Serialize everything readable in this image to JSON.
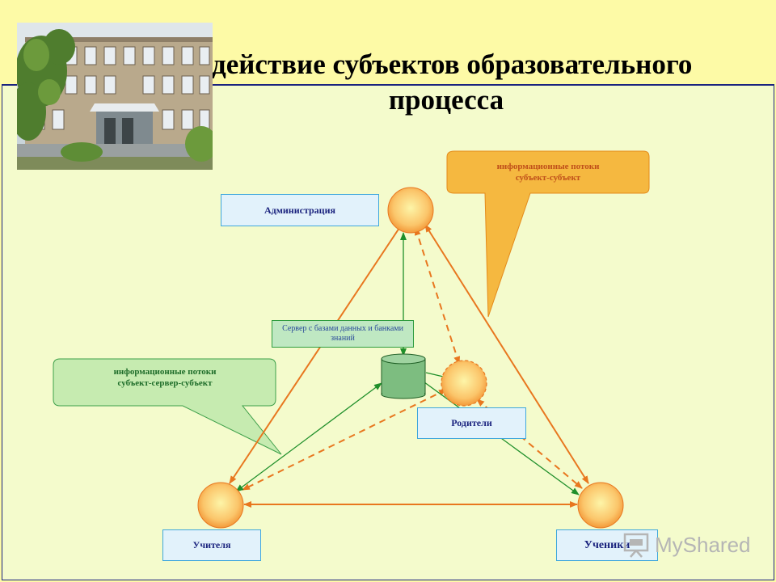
{
  "title": {
    "line1": "действие субъектов образовательного",
    "line2": "процесса"
  },
  "nodes": {
    "administration": "Администрация",
    "parents": "Родители",
    "teachers": "Учителя",
    "students": "Ученики",
    "server": "Сервер с базами данных и банками знаний"
  },
  "callouts": {
    "subject_subject": {
      "line1": "информационные потоки",
      "line2": "субъект-субъект"
    },
    "subject_server_subject": {
      "line1": "информационные потоки",
      "line2": "субъект-сервер-субъект"
    }
  },
  "watermark": {
    "text": "MyShared",
    "icon": "presentation-board-icon"
  },
  "colors": {
    "header_bg": "#fdfaa6",
    "panel_bg": "#f4fbcc",
    "orange_flow": "#e8771f",
    "green_flow": "#1f8f2a",
    "callout_orange": "#f5b840",
    "callout_green": "#c6ebb0"
  }
}
